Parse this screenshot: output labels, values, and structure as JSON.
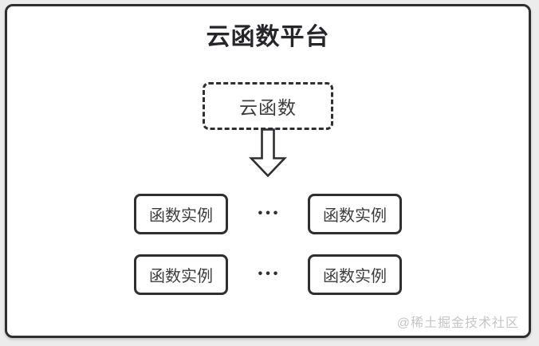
{
  "diagram": {
    "title": "云函数平台",
    "cloud_function": {
      "label": "云函数"
    },
    "arrow": {
      "direction": "down",
      "style": "hollow-outline"
    },
    "instance_rows": [
      {
        "left_label": "函数实例",
        "ellipsis": "•••",
        "right_label": "函数实例"
      },
      {
        "left_label": "函数实例",
        "ellipsis": "•••",
        "right_label": "函数实例"
      }
    ],
    "watermark": "@稀土掘金技术社区",
    "colors": {
      "border": "#2f2f31",
      "title_text": "#26262a",
      "box_text": "#3d3d3d",
      "canvas_bg": "#ffffff",
      "outer_bg": "#ececec",
      "watermark_text": "#c5c5c5"
    }
  }
}
